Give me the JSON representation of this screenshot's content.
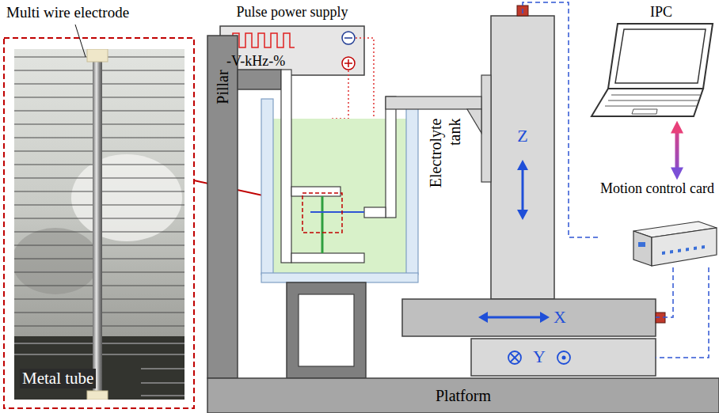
{
  "diagram": {
    "nodes": [
      {
        "text": [
          "Multi wire electrode",
          "Metal tube"
        ]
      },
      {
        "text": [
          "Pulse power supply",
          "-V-kHz-%"
        ]
      },
      {
        "text": [
          "IPC"
        ]
      },
      {
        "text": [
          "Z"
        ]
      },
      {
        "text": [
          "Motion control card"
        ]
      },
      {
        "text": [
          "Pillar"
        ]
      },
      {
        "text": [
          "X"
        ]
      },
      {
        "text": [
          "Y"
        ]
      },
      {
        "text": [
          "Platform"
        ]
      }
    ],
    "edges": [
      {
        "from": 2,
        "to": 4,
        "arrow": "both"
      },
      {
        "from": 4,
        "to": 3,
        "arrow": "none"
      },
      {
        "from": 4,
        "to": 6,
        "arrow": "none"
      },
      {
        "from": 4,
        "to": 7,
        "arrow": "none"
      }
    ],
    "labels": [
      "Electrolyte tank"
    ]
  }
}
